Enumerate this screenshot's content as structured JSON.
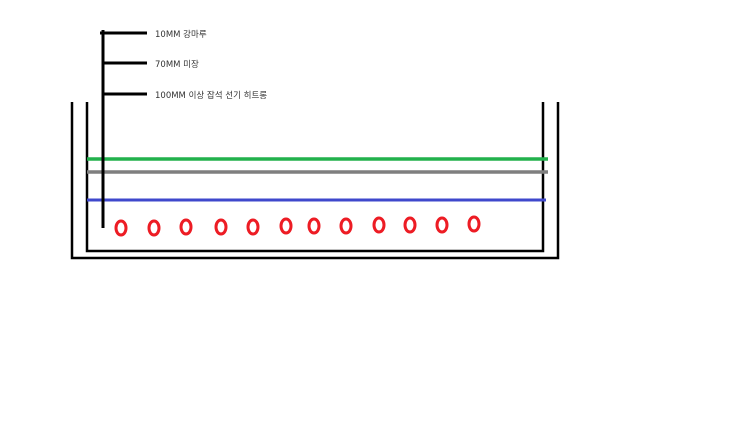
{
  "labels": {
    "top": "10MM 강마루",
    "middle": "70MM 미장",
    "bottom": "100MM 이상 잡석  선기 히트롱"
  },
  "colors": {
    "wall": "#000000",
    "pointer": "#000000",
    "layer_top": "#22b14c",
    "layer_middle": "#7f7f7f",
    "layer_bottom": "#3f48cc",
    "pipe": "#ed1c24"
  },
  "pipe_count": 12
}
